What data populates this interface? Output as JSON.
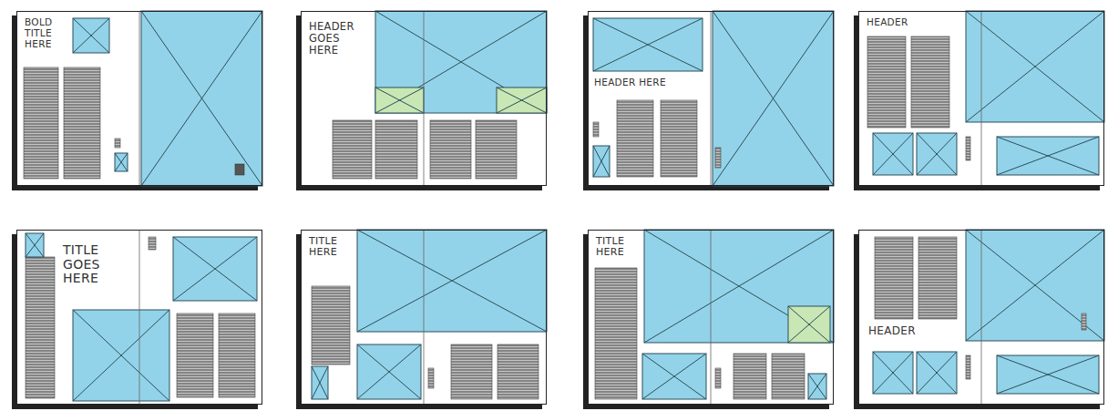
{
  "diagram": {
    "nodes": [
      {
        "text": [
          "BOLD TITLE HERE"
        ]
      },
      {
        "text": [
          "HEADER GOES HERE"
        ]
      },
      {
        "text": [
          "HEADER HERE"
        ]
      },
      {
        "text": [
          "HEADER"
        ]
      },
      {
        "text": [
          "TITLE GOES HERE"
        ]
      },
      {
        "text": [
          "TITLE HERE"
        ]
      },
      {
        "text": [
          "TITLE HERE"
        ]
      },
      {
        "text": [
          "HEADER"
        ]
      }
    ]
  }
}
